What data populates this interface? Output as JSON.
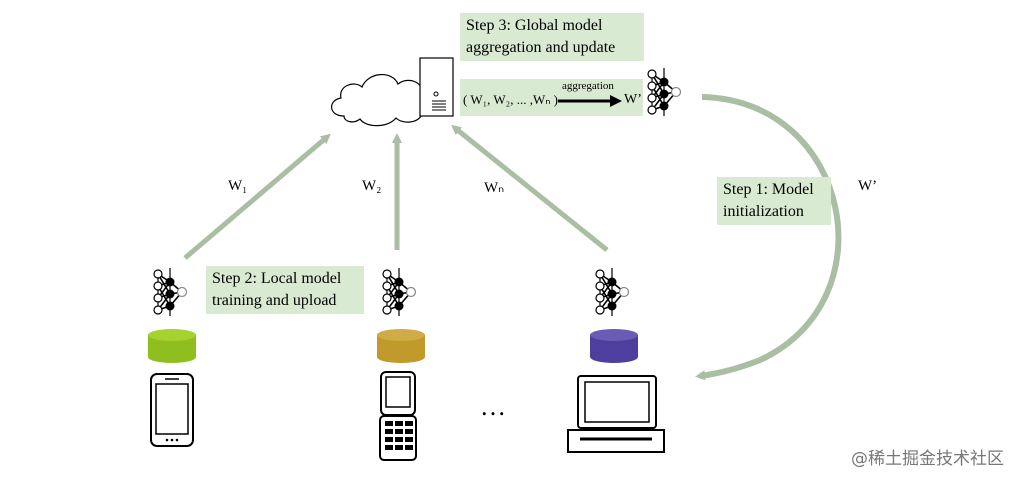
{
  "steps": {
    "step1": [
      "Step 1: Model",
      "initialization"
    ],
    "step2": [
      "Step 2: Local model",
      "training and upload"
    ],
    "step3": [
      "Step 3: Global model",
      "aggregation and update"
    ]
  },
  "aggregation": {
    "inputs": "( W₁, W₂, ... ,Wₙ )",
    "label": "aggregation",
    "output": "W’"
  },
  "weights": {
    "w1": "W₁",
    "w2": "W₂",
    "wn": "Wₙ",
    "global": "W’"
  },
  "ellipsis": "…",
  "watermark": "@稀土掘金技术社区",
  "colors": {
    "arrow": "#a9bea2",
    "box": "#d9ead3",
    "db_green": "#8fbf1f",
    "db_gold": "#c09a2b",
    "db_purple": "#4e3f9e"
  },
  "icons": [
    "cloud-icon",
    "server-icon",
    "neural-network-icon",
    "database-icon",
    "smartphone-icon",
    "flip-phone-icon",
    "laptop-icon"
  ]
}
